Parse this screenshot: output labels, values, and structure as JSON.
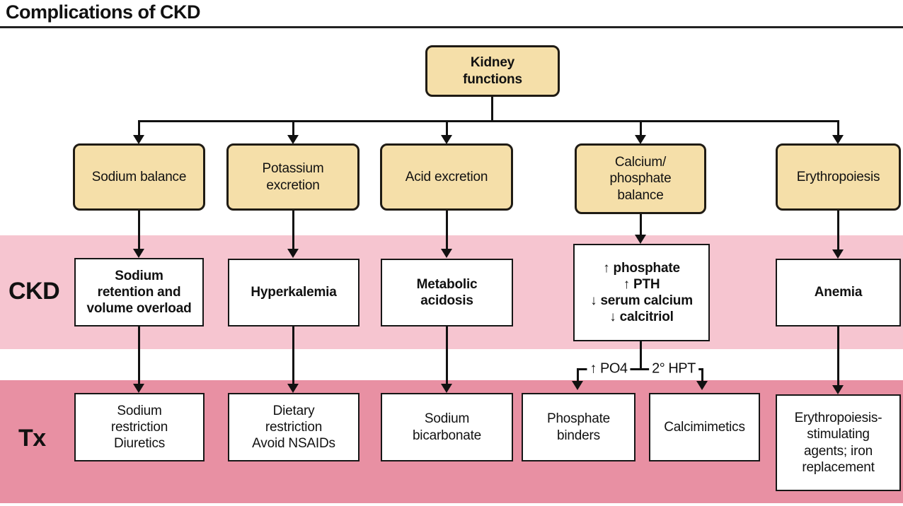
{
  "title": "Complications of CKD",
  "colors": {
    "tan": "#f5dfa9",
    "ckd_band": "#f6c5d0",
    "tx_band": "#e890a3",
    "line": "#111111"
  },
  "row_labels": {
    "ckd": "CKD",
    "tx": "Tx"
  },
  "root": {
    "label": "Kidney\nfunctions"
  },
  "functions": [
    {
      "label": "Sodium balance"
    },
    {
      "label": "Potassium\nexcretion"
    },
    {
      "label": "Acid excretion"
    },
    {
      "label": "Calcium/\nphosphate\nbalance"
    },
    {
      "label": "Erythropoiesis"
    }
  ],
  "ckd_complications": [
    {
      "label": "Sodium\nretention and\nvolume overload"
    },
    {
      "label": "Hyperkalemia"
    },
    {
      "label": "Metabolic\nacidosis"
    },
    {
      "label": "↑ phosphate\n↑ PTH\n↓ serum calcium\n↓ calcitriol"
    },
    {
      "label": "Anemia"
    }
  ],
  "treatments": [
    {
      "label": "Sodium\nrestriction\nDiuretics"
    },
    {
      "label": "Dietary\nrestriction\nAvoid NSAIDs"
    },
    {
      "label": "Sodium\nbicarbonate"
    },
    {
      "label": "Phosphate\nbinders"
    },
    {
      "label": "Calcimimetics"
    },
    {
      "label": "Erythropoiesis-\nstimulating\nagents; iron\nreplacement"
    }
  ],
  "branch_labels": {
    "po4": "↑ PO4",
    "hpt": "2° HPT"
  }
}
